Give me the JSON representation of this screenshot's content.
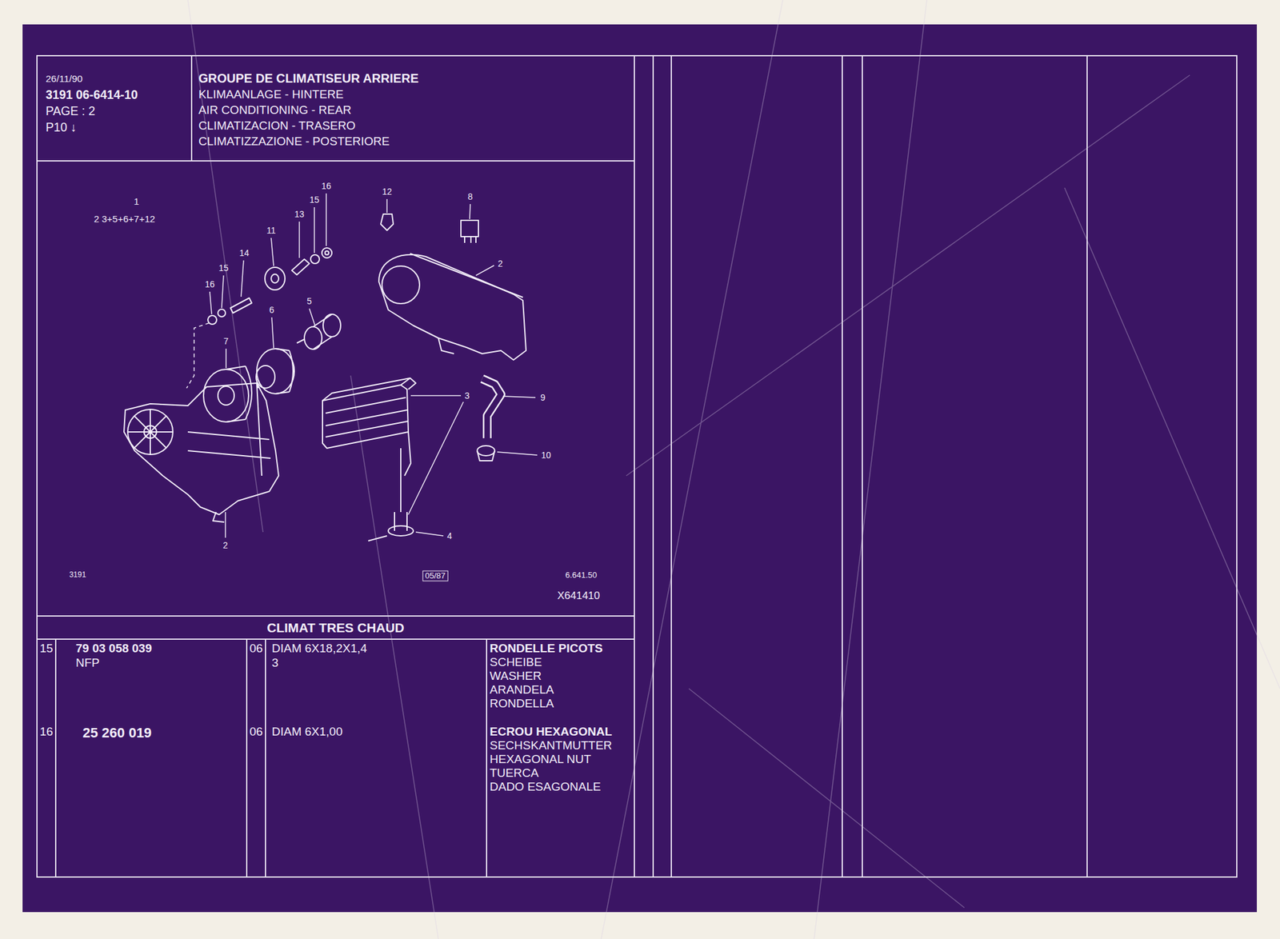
{
  "diagram": {
    "nodes": [
      {
        "text": [
          "26/11/90",
          "3191  06-6414-10",
          "PAGE : 2",
          "P10 ↓"
        ]
      },
      {
        "text": [
          "GROUPE DE CLIMATISEUR ARRIERE",
          "KLIMAANLAGE - HINTERE",
          "AIR CONDITIONING - REAR",
          "CLIMATIZACION - TRASERO",
          "CLIMATIZZAZIONE - POSTERIORE"
        ]
      },
      {
        "text": [
          "CLIMAT TRES CHAUD"
        ]
      }
    ],
    "labels": [
      "1",
      "2  3+5+6+7+12",
      "16",
      "15",
      "13",
      "11",
      "14",
      "15",
      "16",
      "12",
      "8",
      "2",
      "6",
      "5",
      "7",
      "3",
      "9",
      "10",
      "4",
      "2",
      "3191",
      "05/87",
      "6.641.50",
      "X641410",
      "15",
      "79 03 058 039",
      "NFP",
      "06",
      "DIAM 6X18,2X1,4",
      "3",
      "RONDELLE PICOTS",
      "SCHEIBE",
      "WASHER",
      "ARANDELA",
      "RONDELLA",
      "16",
      "25 260 019",
      "06",
      "DIAM 6X1,00",
      "ECROU HEXAGONAL",
      "SECHSKANTMUTTER",
      "HEXAGONAL NUT",
      "TUERCA",
      "DADO ESAGONALE"
    ]
  }
}
